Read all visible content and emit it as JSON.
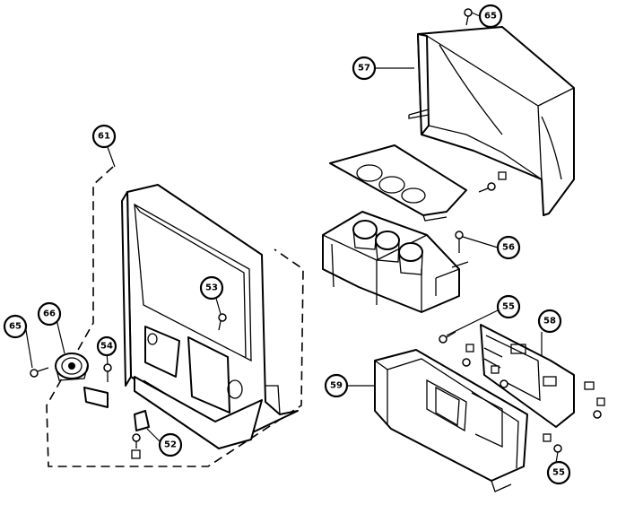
{
  "callouts": [
    {
      "id": "c65-top",
      "label": "65"
    },
    {
      "id": "c57",
      "label": "57"
    },
    {
      "id": "c61",
      "label": "61"
    },
    {
      "id": "c56",
      "label": "56"
    },
    {
      "id": "c53",
      "label": "53"
    },
    {
      "id": "c55-mid",
      "label": "55"
    },
    {
      "id": "c58",
      "label": "58"
    },
    {
      "id": "c65-left",
      "label": "65"
    },
    {
      "id": "c66",
      "label": "66"
    },
    {
      "id": "c54",
      "label": "54"
    },
    {
      "id": "c59",
      "label": "59"
    },
    {
      "id": "c52",
      "label": "52"
    },
    {
      "id": "c55-bot",
      "label": "55"
    }
  ]
}
